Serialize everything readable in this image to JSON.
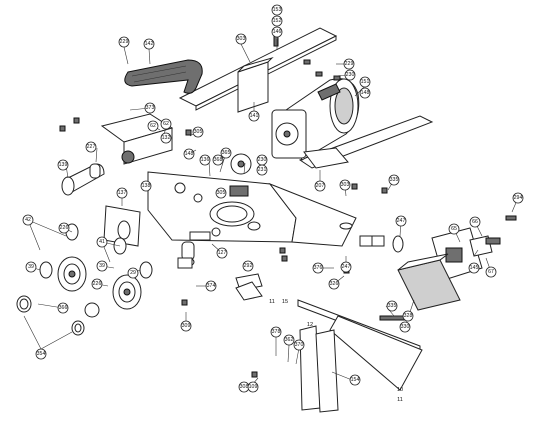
{
  "callouts": [
    {
      "id": "c-153",
      "text": "153"
    },
    {
      "id": "c-152",
      "text": "152"
    },
    {
      "id": "c-146a",
      "text": "146"
    },
    {
      "id": "c-229a",
      "text": "229"
    },
    {
      "id": "c-142",
      "text": "142"
    },
    {
      "id": "c-303a",
      "text": "303"
    },
    {
      "id": "c-229b",
      "text": "229"
    },
    {
      "id": "c-230a",
      "text": "230"
    },
    {
      "id": "c-151",
      "text": "151"
    },
    {
      "id": "c-148",
      "text": "148"
    },
    {
      "id": "c-141",
      "text": "141"
    },
    {
      "id": "c-373",
      "text": "373"
    },
    {
      "id": "c-62a",
      "text": "62"
    },
    {
      "id": "c-62b",
      "text": "62"
    },
    {
      "id": "c-305a",
      "text": "305"
    },
    {
      "id": "c-132",
      "text": "132"
    },
    {
      "id": "c-227",
      "text": "227"
    },
    {
      "id": "c-148b",
      "text": "148"
    },
    {
      "id": "c-365",
      "text": "365"
    },
    {
      "id": "c-136",
      "text": "136"
    },
    {
      "id": "c-368",
      "text": "368"
    },
    {
      "id": "c-230b",
      "text": "230"
    },
    {
      "id": "c-231",
      "text": "231"
    },
    {
      "id": "c-139",
      "text": "139"
    },
    {
      "id": "c-138",
      "text": "138"
    },
    {
      "id": "c-305b",
      "text": "305"
    },
    {
      "id": "c-207",
      "text": "207"
    },
    {
      "id": "c-303b",
      "text": "303"
    },
    {
      "id": "c-335a",
      "text": "335"
    },
    {
      "id": "c-294",
      "text": "294"
    },
    {
      "id": "c-137",
      "text": "137"
    },
    {
      "id": "c-42",
      "text": "42"
    },
    {
      "id": "c-226a",
      "text": "226"
    },
    {
      "id": "c-247a",
      "text": "247"
    },
    {
      "id": "c-65",
      "text": "65"
    },
    {
      "id": "c-66",
      "text": "66"
    },
    {
      "id": "c-41",
      "text": "41"
    },
    {
      "id": "c-39a",
      "text": "39"
    },
    {
      "id": "c-39b",
      "text": "39"
    },
    {
      "id": "c-226b",
      "text": "226"
    },
    {
      "id": "c-29",
      "text": "29"
    },
    {
      "id": "c-127",
      "text": "127"
    },
    {
      "id": "c-376",
      "text": "376"
    },
    {
      "id": "c-247b",
      "text": "247"
    },
    {
      "id": "c-67",
      "text": "67"
    },
    {
      "id": "c-145",
      "text": "145"
    },
    {
      "id": "c-292",
      "text": "292"
    },
    {
      "id": "c-374",
      "text": "374"
    },
    {
      "id": "c-326",
      "text": "326"
    },
    {
      "id": "c-335b",
      "text": "335"
    },
    {
      "id": "c-328",
      "text": "328"
    },
    {
      "id": "c-330",
      "text": "330"
    },
    {
      "id": "c-366",
      "text": "366"
    },
    {
      "id": "c-309",
      "text": "309"
    },
    {
      "id": "c-354",
      "text": "354"
    },
    {
      "id": "c-378",
      "text": "378"
    },
    {
      "id": "c-362",
      "text": "362"
    },
    {
      "id": "c-370",
      "text": "370"
    },
    {
      "id": "c-154",
      "text": "154"
    },
    {
      "id": "c-308",
      "text": "308"
    },
    {
      "id": "c-109",
      "text": "109"
    }
  ],
  "labels": [
    {
      "id": "l-11a",
      "text": "11"
    },
    {
      "id": "l-15",
      "text": "15"
    },
    {
      "id": "l-12",
      "text": "12"
    },
    {
      "id": "l-10",
      "text": "10"
    },
    {
      "id": "l-11b",
      "text": "11"
    }
  ]
}
